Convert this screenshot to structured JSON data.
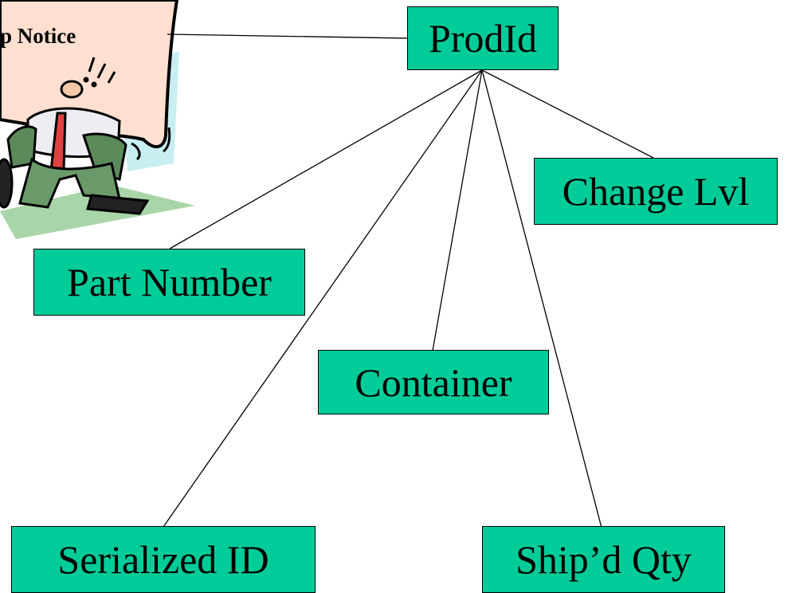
{
  "callout": {
    "text": "p Notice",
    "illustration": "shouting-man-clipart"
  },
  "nodes": {
    "root": "ProdId",
    "change_lvl": "Change Lvl",
    "part_number": "Part Number",
    "container": "Container",
    "serialized_id": "Serialized ID",
    "shipd_qty": "Ship’d Qty"
  },
  "colors": {
    "node_fill": "#00cc99",
    "callout_fill": "#ffe0d0",
    "line": "#000000"
  }
}
